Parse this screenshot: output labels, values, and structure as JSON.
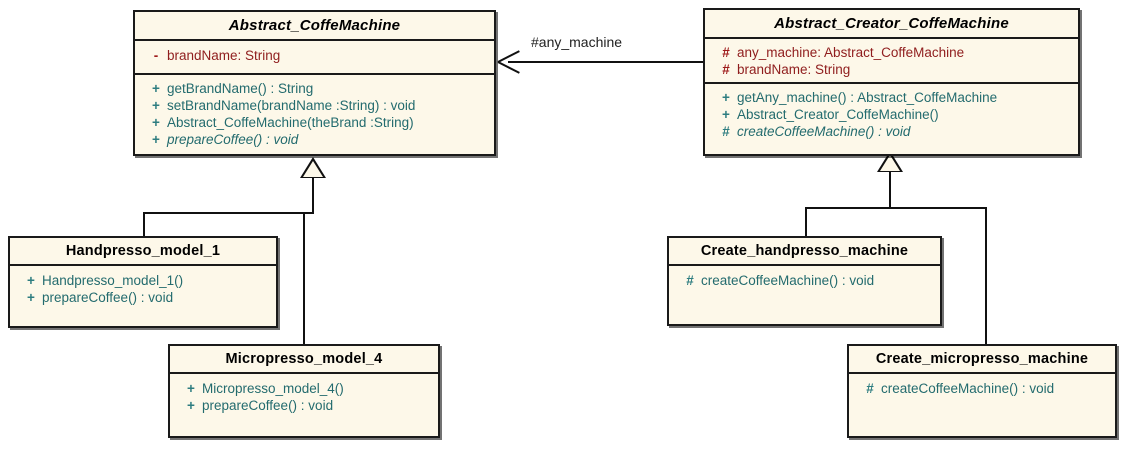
{
  "diagram": {
    "title": "Abstract Factory UML class diagram",
    "colors": {
      "class_fill": "#fdf8e9",
      "class_border": "#1a1a1a",
      "attribute_text": "#8f1d1d",
      "operation_text": "#236b6e",
      "label_text": "#222222",
      "background": "#ffffff"
    }
  },
  "classes": {
    "abstract_coffemachine": {
      "name": "Abstract_CoffeMachine",
      "is_abstract": true,
      "attributes": [
        {
          "visibility": "-",
          "text": "brandName:  String"
        }
      ],
      "operations": [
        {
          "visibility": "+",
          "text": "getBrandName() : String",
          "is_abstract": false
        },
        {
          "visibility": "+",
          "text": "setBrandName(brandName :String) : void",
          "is_abstract": false
        },
        {
          "visibility": "+",
          "text": "Abstract_CoffeMachine(theBrand :String)",
          "is_abstract": false
        },
        {
          "visibility": "+",
          "text": "prepareCoffee() : void",
          "is_abstract": true
        }
      ]
    },
    "abstract_creator_coffemachine": {
      "name": "Abstract_Creator_CoffeMachine",
      "is_abstract": true,
      "attributes": [
        {
          "visibility": "#",
          "text": "any_machine:  Abstract_CoffeMachine"
        },
        {
          "visibility": "#",
          "text": "brandName:  String"
        }
      ],
      "operations": [
        {
          "visibility": "+",
          "text": "getAny_machine() : Abstract_CoffeMachine",
          "is_abstract": false
        },
        {
          "visibility": "+",
          "text": "Abstract_Creator_CoffeMachine()",
          "is_abstract": false
        },
        {
          "visibility": "#",
          "text": "createCoffeeMachine() : void",
          "is_abstract": true
        }
      ]
    },
    "handpresso_model_1": {
      "name": "Handpresso_model_1",
      "is_abstract": false,
      "operations": [
        {
          "visibility": "+",
          "text": "Handpresso_model_1()",
          "is_abstract": false
        },
        {
          "visibility": "+",
          "text": "prepareCoffee() : void",
          "is_abstract": false
        }
      ]
    },
    "micropresso_model_4": {
      "name": "Micropresso_model_4",
      "is_abstract": false,
      "operations": [
        {
          "visibility": "+",
          "text": "Micropresso_model_4()",
          "is_abstract": false
        },
        {
          "visibility": "+",
          "text": "prepareCoffee() : void",
          "is_abstract": false
        }
      ]
    },
    "create_handpresso_machine": {
      "name": "Create_handpresso_machine",
      "is_abstract": false,
      "operations": [
        {
          "visibility": "#",
          "text": "createCoffeeMachine() : void",
          "is_abstract": false
        }
      ]
    },
    "create_micropresso_machine": {
      "name": "Create_micropresso_machine",
      "is_abstract": false,
      "operations": [
        {
          "visibility": "#",
          "text": "createCoffeeMachine() : void",
          "is_abstract": false
        }
      ]
    }
  },
  "relationships": {
    "association": {
      "label": "#any_machine",
      "from": "Abstract_Creator_CoffeMachine",
      "to": "Abstract_CoffeMachine",
      "kind": "directed-association"
    },
    "generalizations": [
      {
        "child": "Handpresso_model_1",
        "parent": "Abstract_CoffeMachine"
      },
      {
        "child": "Micropresso_model_4",
        "parent": "Abstract_CoffeMachine"
      },
      {
        "child": "Create_handpresso_machine",
        "parent": "Abstract_Creator_CoffeMachine"
      },
      {
        "child": "Create_micropresso_machine",
        "parent": "Abstract_Creator_CoffeMachine"
      }
    ]
  }
}
